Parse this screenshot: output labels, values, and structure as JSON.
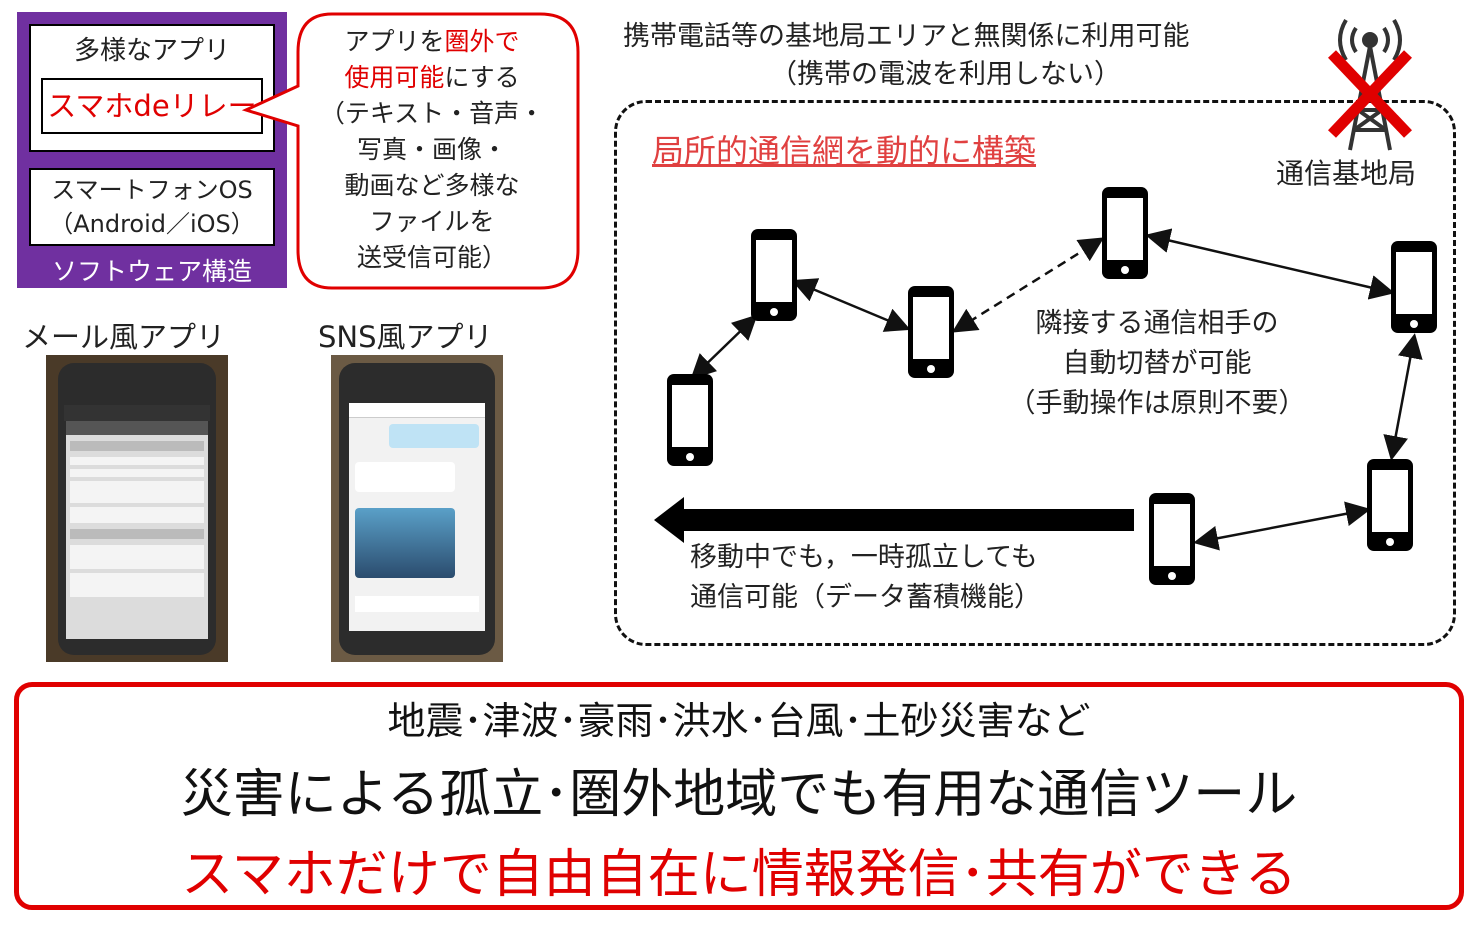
{
  "software": {
    "apps_title": "多様なアプリ",
    "relay_app": "スマホdeリレー",
    "os_line1": "スマートフォンOS",
    "os_line2": "（Android／iOS）",
    "caption": "ソフトウェア構造"
  },
  "bubble": {
    "line1_pre": "アプリを",
    "line1_red": "圏外で",
    "line2_red": "使用可能",
    "line2_post": "にする",
    "line3": "（テキスト・音声・",
    "line4": "写真・画像・",
    "line5": "動画など多様な",
    "line6": "ファイルを",
    "line7": "送受信可能）"
  },
  "screenshots": {
    "mail_label": "メール風アプリ",
    "sns_label": "SNS風アプリ"
  },
  "network": {
    "top_line1": "携帯電話等の基地局エリアと無関係に利用可能",
    "top_line2": "（携帯の電波を利用しない）",
    "base_station": "通信基地局",
    "title": "局所的通信網を動的に構築",
    "switch_line1": "隣接する通信相手の",
    "switch_line2": "自動切替が可能",
    "switch_line3": "（手動操作は原則不要）",
    "mobile_line1": "移動中でも，一時孤立しても",
    "mobile_line2": "通信可能（データ蓄積機能）"
  },
  "bottom": {
    "line1": "地震･津波･豪雨･洪水･台風･土砂災害など",
    "line2": "災害による孤立･圏外地域でも有用な通信ツール",
    "line3": "スマホだけで自由自在に情報発信･共有ができる"
  },
  "colors": {
    "accent_red": "#e00000",
    "purple": "#7030a0"
  }
}
